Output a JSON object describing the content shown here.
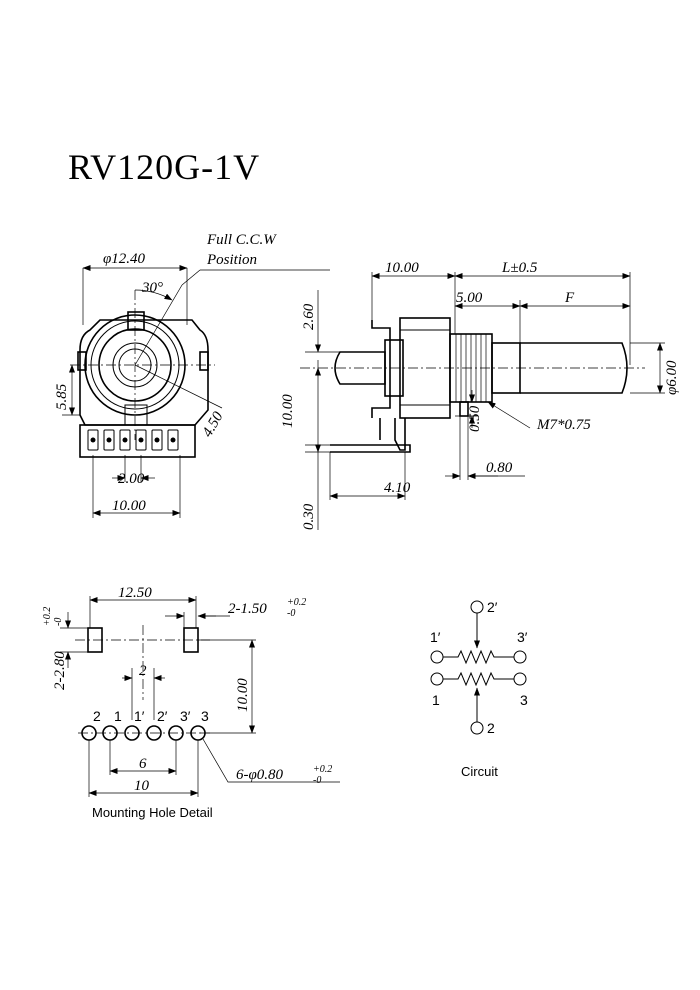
{
  "title": "RV120G-1V",
  "front_view": {
    "note_line1": "Full C.C.W",
    "note_line2": "Position",
    "dia": "φ12.40",
    "angle": "30°",
    "d585": "5.85",
    "d450": "4.50",
    "pitch": "2.00",
    "width": "10.00"
  },
  "side_view": {
    "d1000a": "10.00",
    "dL": "L±0.5",
    "d500": "5.00",
    "dF": "F",
    "d260": "2.60",
    "d600": "φ6.00",
    "d1000b": "10.00",
    "d050": "0.50",
    "thread": "M7*0.75",
    "d080": "0.80",
    "d030": "0.30",
    "d410": "4.10"
  },
  "mounting": {
    "d1250": "12.50",
    "slot_main": "2-1.50",
    "slot_tol_plus": "+0.2",
    "slot_tol_minus": "-0",
    "slot2_main": "2-2.80",
    "slot2_tol_plus": "+0.2",
    "slot2_tol_minus": "-0",
    "d2": "2",
    "d1000": "10.00",
    "pin_labels": [
      "2",
      "1",
      "1′",
      "2′",
      "3′",
      "3"
    ],
    "d6": "6",
    "d10": "10",
    "hole_main": "6-φ0.80",
    "hole_tol_plus": "+0.2",
    "hole_tol_minus": "-0",
    "caption": "Mounting Hole Detail"
  },
  "circuit": {
    "top": "2′",
    "l1": "1′",
    "r1": "3′",
    "l2": "1",
    "r2": "3",
    "bottom": "2",
    "caption": "Circuit"
  }
}
